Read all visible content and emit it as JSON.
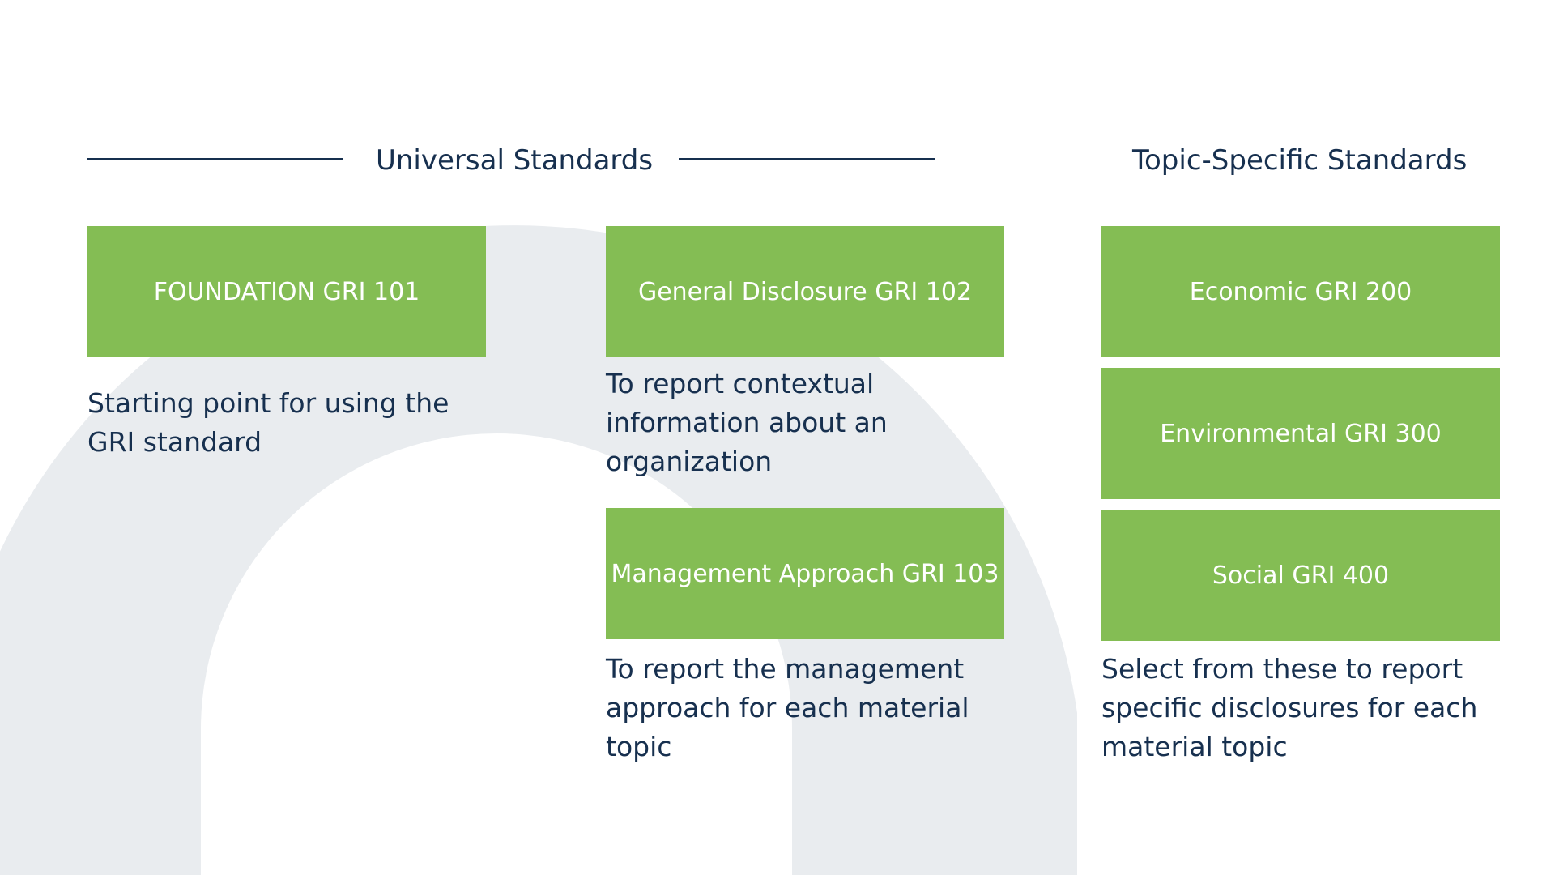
{
  "headings": {
    "universal": "Universal Standards",
    "topic_specific": "Topic-Specific Standards"
  },
  "boxes": {
    "foundation": "FOUNDATION GRI 101",
    "general_disclosure": "General Disclosure GRI 102",
    "management_approach": "Management Approach GRI 103",
    "economic": "Economic GRI 200",
    "environmental": "Environmental GRI 300",
    "social": "Social GRI 400"
  },
  "descriptions": {
    "foundation": "Starting point for using the GRI standard",
    "general_disclosure": "To report contextual information about an organization",
    "management_approach": "To report the management approach for each material topic",
    "topic_specific": "Select from these to report specific disclosures for each material topic"
  },
  "colors": {
    "box_green": "#84bd54",
    "navy": "#17304f",
    "background_ring": "#e9ecef"
  }
}
